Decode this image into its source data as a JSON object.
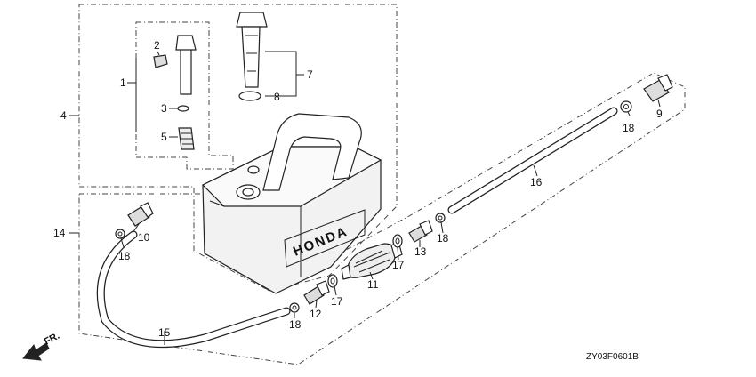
{
  "callouts": [
    {
      "num": "1"
    },
    {
      "num": "2"
    },
    {
      "num": "3"
    },
    {
      "num": "4"
    },
    {
      "num": "5"
    },
    {
      "num": "7"
    },
    {
      "num": "8"
    },
    {
      "num": "9"
    },
    {
      "num": "10"
    },
    {
      "num": "11"
    },
    {
      "num": "12"
    },
    {
      "num": "13"
    },
    {
      "num": "14"
    },
    {
      "num": "15"
    },
    {
      "num": "16"
    },
    {
      "num": "17"
    },
    {
      "num": "17"
    },
    {
      "num": "18"
    },
    {
      "num": "18"
    },
    {
      "num": "18"
    },
    {
      "num": "18"
    }
  ],
  "tank_brand": "HONDA",
  "direction_label": "FR.",
  "drawing_code": "ZY03F0601B",
  "colors": {
    "line": "#222222",
    "background": "#ffffff"
  }
}
